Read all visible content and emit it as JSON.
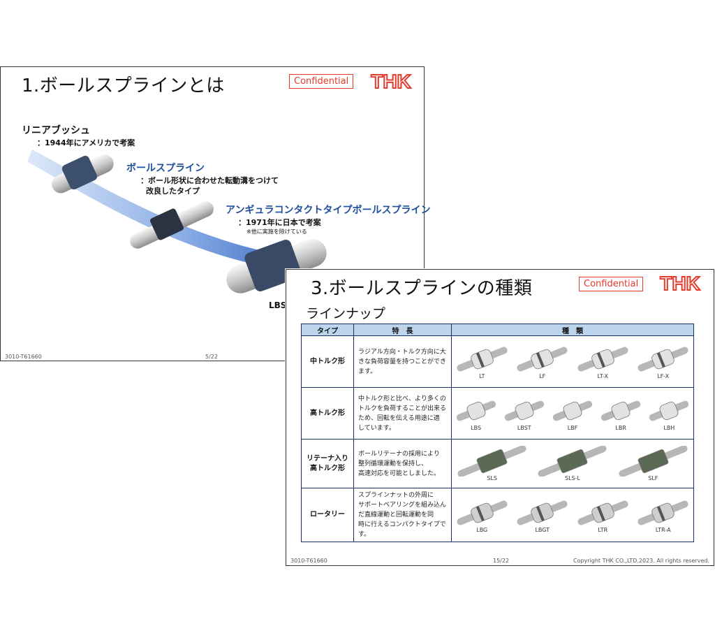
{
  "slide1": {
    "title": "1.ボールスプラインとは",
    "confidential": "Confidential",
    "logo": "THK",
    "linear_bush": {
      "title": "リニアブッシュ",
      "note": "：1944年にアメリカで考案"
    },
    "ball_spline": {
      "title": "ボールスプライン",
      "note_line1": "：ボール形状に合わせた転動溝をつけて",
      "note_line2": "改良したタイプ"
    },
    "angular": {
      "title": "アンギュラコンタクトタイプボールスプライン",
      "note": "：1971年に日本で考案",
      "subnote": "※他に実施を除けている"
    },
    "partial_label": "LBS",
    "footer_left": "3010-T61660",
    "footer_page": "5/22"
  },
  "slide2": {
    "title": "3.ボールスプラインの種類",
    "confidential": "Confidential",
    "logo": "THK",
    "subheading": "ラインナップ",
    "headers": {
      "type": "タイプ",
      "features": "特　長",
      "kinds": "種　類"
    },
    "rows": [
      {
        "type_line1": "中トルク形",
        "type_line2": "",
        "features": [
          "ラジアル方向・トルク方向に大",
          "きな負荷容量を持つことができ",
          "ます。"
        ],
        "products": [
          "LT",
          "LF",
          "LT-X",
          "LF-X"
        ]
      },
      {
        "type_line1": "高トルク形",
        "type_line2": "",
        "features": [
          "中トルク形と比べ、より多くの",
          "トルクを負荷することが出来る",
          "ため、回転を伝える用途に適",
          "しています。"
        ],
        "products": [
          "LBS",
          "LBST",
          "LBF",
          "LBR",
          "LBH"
        ]
      },
      {
        "type_line1": "リテーナ入り",
        "type_line2": "高トルク形",
        "features": [
          "ボールリテーナの採用により",
          "整列循環運動を保持し、",
          "高速対応を可能としました。"
        ],
        "products": [
          "SLS",
          "SLS-L",
          "SLF"
        ]
      },
      {
        "type_line1": "ロータリー",
        "type_line2": "",
        "features": [
          "スプラインナットの外周に",
          "サポートベアリングを組み込ん",
          "だ直線運動と回転運動を同",
          "時に行えるコンパクトタイプです。"
        ],
        "products": [
          "LBG",
          "LBGT",
          "LTR",
          "LTR-A"
        ]
      }
    ],
    "footer_left": "3010-T61660",
    "footer_page": "15/22",
    "footer_copy": "Copyright THK CO.,LTD.2023. All rights reserved."
  },
  "colors": {
    "brand_red": "#e53b2c",
    "header_blue": "#bcd4ec",
    "table_border": "#1a2f66",
    "accent_blue": "#1f4e9c"
  }
}
